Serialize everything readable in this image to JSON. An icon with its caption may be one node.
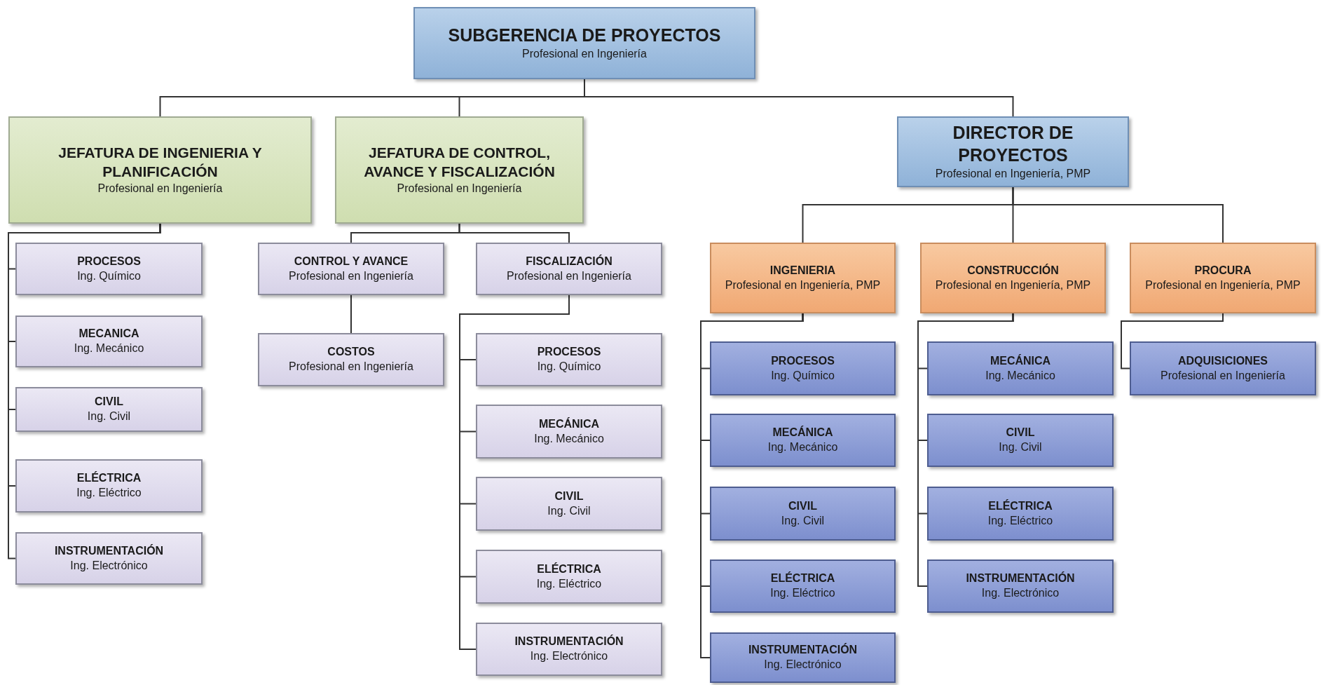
{
  "diagram": {
    "nodes": [
      {
        "text": [
          "SUBGERENCIA DE PROYECTOS",
          "Profesional en Ingeniería"
        ]
      },
      {
        "text": [
          "JEFATURA DE INGENIERIA Y PLANIFICACIÓN",
          "Profesional en Ingeniería"
        ]
      },
      {
        "text": [
          "JEFATURA DE CONTROL, AVANCE Y FISCALIZACIÓN",
          "Profesional en Ingeniería"
        ]
      },
      {
        "text": [
          "DIRECTOR DE PROYECTOS",
          "Profesional en Ingeniería, PMP"
        ]
      },
      {
        "text": [
          "PROCESOS",
          "Ing. Químico"
        ]
      },
      {
        "text": [
          "MECANICA",
          "Ing. Mecánico"
        ]
      },
      {
        "text": [
          "CIVIL",
          "Ing. Civil"
        ]
      },
      {
        "text": [
          "ELÉCTRICA",
          "Ing. Eléctrico"
        ]
      },
      {
        "text": [
          "INSTRUMENTACIÓN",
          "Ing. Electrónico"
        ]
      },
      {
        "text": [
          "CONTROL Y AVANCE",
          "Profesional en Ingeniería"
        ]
      },
      {
        "text": [
          "FISCALIZACIÓN",
          "Profesional en Ingeniería"
        ]
      },
      {
        "text": [
          "COSTOS",
          "Profesional en Ingeniería"
        ]
      },
      {
        "text": [
          "PROCESOS",
          "Ing. Químico"
        ]
      },
      {
        "text": [
          "MECÁNICA",
          "Ing. Mecánico"
        ]
      },
      {
        "text": [
          "CIVIL",
          "Ing. Civil"
        ]
      },
      {
        "text": [
          "ELÉCTRICA",
          "Ing. Eléctrico"
        ]
      },
      {
        "text": [
          "INSTRUMENTACIÓN",
          "Ing. Electrónico"
        ]
      },
      {
        "text": [
          "INGENIERIA",
          "Profesional en Ingeniería, PMP"
        ]
      },
      {
        "text": [
          "CONSTRUCCIÓN",
          "Profesional en Ingeniería, PMP"
        ]
      },
      {
        "text": [
          "PROCURA",
          "Profesional en Ingeniería, PMP"
        ]
      },
      {
        "text": [
          "PROCESOS",
          "Ing. Químico"
        ]
      },
      {
        "text": [
          "MECÁNICA",
          "Ing. Mecánico"
        ]
      },
      {
        "text": [
          "CIVIL",
          "Ing. Civil"
        ]
      },
      {
        "text": [
          "ELÉCTRICA",
          "Ing. Eléctrico"
        ]
      },
      {
        "text": [
          "INSTRUMENTACIÓN",
          "Ing. Electrónico"
        ]
      },
      {
        "text": [
          "MECÁNICA",
          "Ing. Mecánico"
        ]
      },
      {
        "text": [
          "CIVIL",
          "Ing. Civil"
        ]
      },
      {
        "text": [
          "ELÉCTRICA",
          "Ing. Eléctrico"
        ]
      },
      {
        "text": [
          "INSTRUMENTACIÓN",
          "Ing. Electrónico"
        ]
      },
      {
        "text": [
          "ADQUISICIONES",
          "Profesional en Ingeniería"
        ]
      }
    ],
    "edges": [
      {
        "from": 0,
        "to": 1,
        "arrow": "none"
      },
      {
        "from": 0,
        "to": 2,
        "arrow": "none"
      },
      {
        "from": 0,
        "to": 3,
        "arrow": "none"
      },
      {
        "from": 1,
        "to": 4,
        "arrow": "none"
      },
      {
        "from": 1,
        "to": 5,
        "arrow": "none"
      },
      {
        "from": 1,
        "to": 6,
        "arrow": "none"
      },
      {
        "from": 1,
        "to": 7,
        "arrow": "none"
      },
      {
        "from": 1,
        "to": 8,
        "arrow": "none"
      },
      {
        "from": 2,
        "to": 9,
        "arrow": "none"
      },
      {
        "from": 2,
        "to": 10,
        "arrow": "none"
      },
      {
        "from": 9,
        "to": 11,
        "arrow": "none"
      },
      {
        "from": 10,
        "to": 12,
        "arrow": "none"
      },
      {
        "from": 10,
        "to": 13,
        "arrow": "none"
      },
      {
        "from": 10,
        "to": 14,
        "arrow": "none"
      },
      {
        "from": 10,
        "to": 15,
        "arrow": "none"
      },
      {
        "from": 10,
        "to": 16,
        "arrow": "none"
      },
      {
        "from": 3,
        "to": 17,
        "arrow": "none"
      },
      {
        "from": 3,
        "to": 18,
        "arrow": "none"
      },
      {
        "from": 3,
        "to": 19,
        "arrow": "none"
      },
      {
        "from": 17,
        "to": 20,
        "arrow": "none"
      },
      {
        "from": 17,
        "to": 21,
        "arrow": "none"
      },
      {
        "from": 17,
        "to": 22,
        "arrow": "none"
      },
      {
        "from": 17,
        "to": 23,
        "arrow": "none"
      },
      {
        "from": 17,
        "to": 24,
        "arrow": "none"
      },
      {
        "from": 18,
        "to": 25,
        "arrow": "none"
      },
      {
        "from": 18,
        "to": 26,
        "arrow": "none"
      },
      {
        "from": 18,
        "to": 27,
        "arrow": "none"
      },
      {
        "from": 18,
        "to": 28,
        "arrow": "none"
      },
      {
        "from": 19,
        "to": 29,
        "arrow": "none"
      }
    ]
  }
}
